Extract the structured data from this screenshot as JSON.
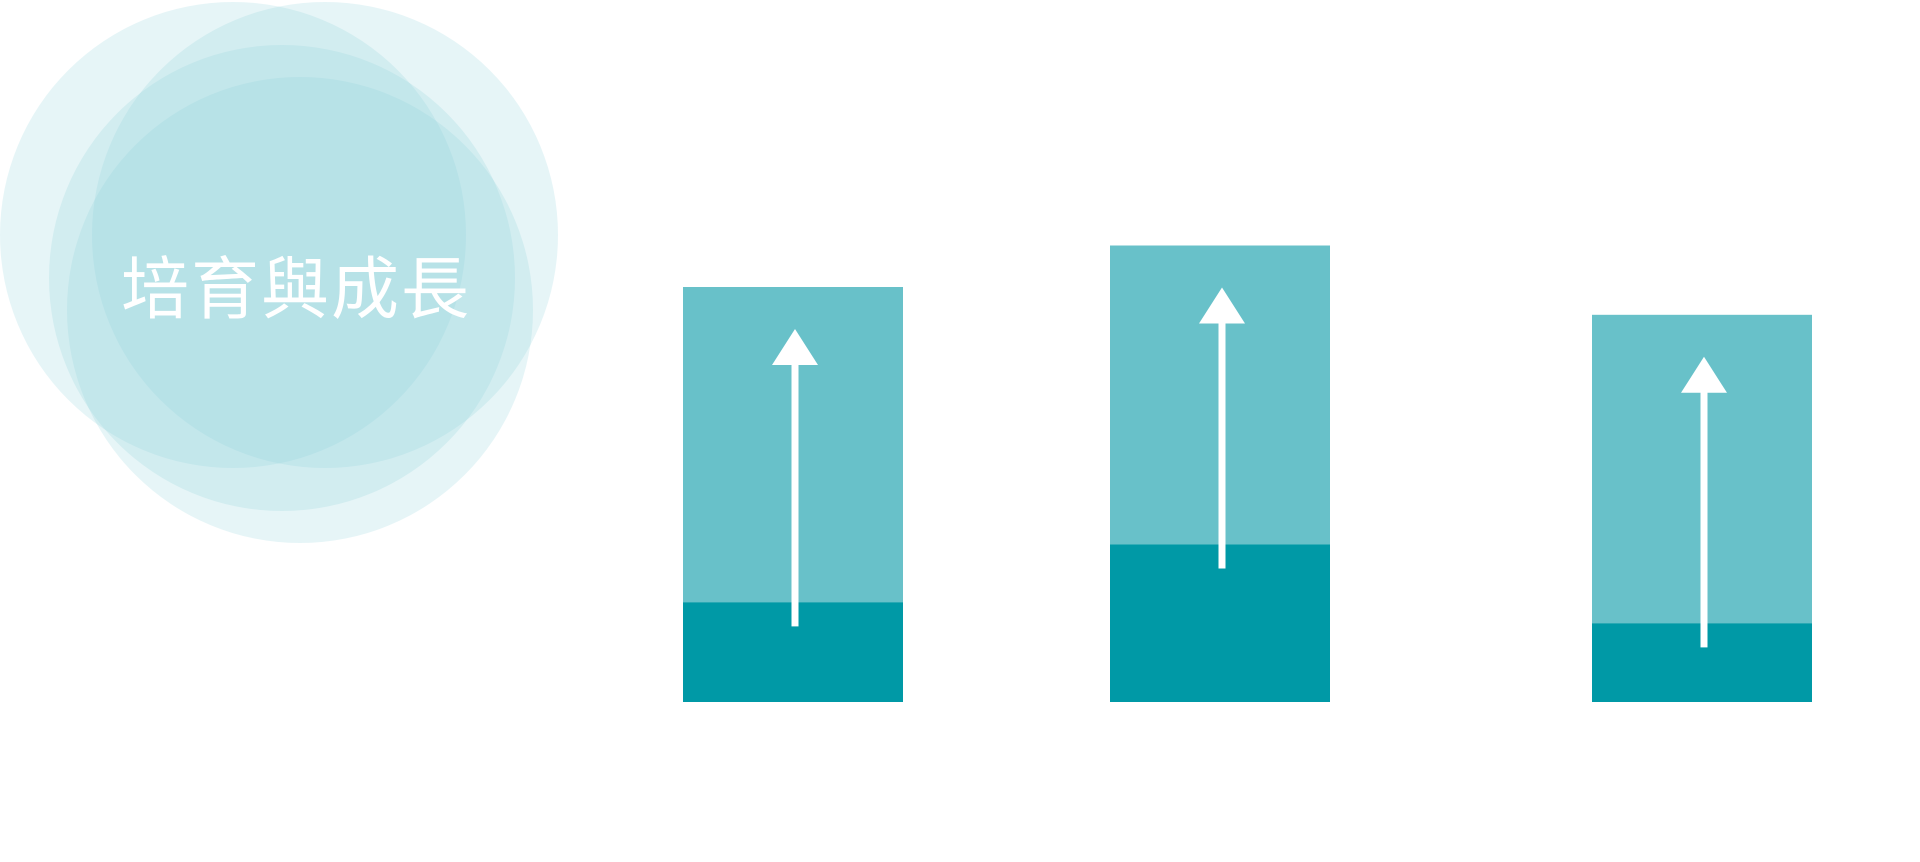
{
  "title": "培育與成長",
  "colors": {
    "background": "#ffffff",
    "circle_fill": "#8fd1d9",
    "bar_light": "#68c1c9",
    "bar_dark": "#0099a6",
    "arrow": "#ffffff",
    "title_text": "#ffffff"
  },
  "icons": {
    "bar_icon": "up-arrow-icon"
  },
  "bars": [
    {
      "name": "bar-1",
      "total": 1.0,
      "base_fraction": 0.24
    },
    {
      "name": "bar-2",
      "total": 1.1,
      "base_fraction": 0.345
    },
    {
      "name": "bar-3",
      "total": 0.933,
      "base_fraction": 0.203
    }
  ]
}
